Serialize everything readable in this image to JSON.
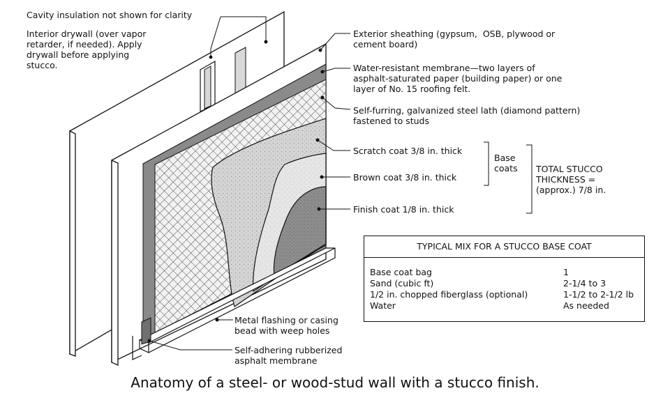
{
  "labels": {
    "cavity": "Cavity insulation not shown for clarity",
    "drywall": "Interior drywall (over vapor\nretarder, if needed). Apply\ndrywall before applying\nstucco.",
    "sheathing": "Exterior sheathing (gypsum,  OSB, plywood or\ncement board)",
    "membrane": "Water-resistant membrane—two layers of\nasphalt-saturated paper (building paper) or one\nlayer of No. 15 roofing felt.",
    "lath": "Self-furring, galvanized steel lath (diamond pattern)\nfastened to studs",
    "scratch": "Scratch coat 3/8 in. thick",
    "brown": "Brown coat 3/8 in. thick",
    "finish": "Finish coat 1/8 in. thick",
    "base_coats": "Base\ncoats",
    "total": "TOTAL STUCCO\nTHICKNESS =\n(approx.) 7/8 in.",
    "flashing": "Metal flashing or casing\nbead with weep holes",
    "rubberized": "Self-adhering rubberized\nasphalt membrane"
  },
  "table": {
    "title": "TYPICAL MIX FOR A STUCCO BASE COAT",
    "rows": [
      {
        "item": "Base coat bag",
        "amount": "1"
      },
      {
        "item": "Sand (cubic ft)",
        "amount": "2-1/4 to 3"
      },
      {
        "item": "1/2 in. chopped fiberglass (optional)",
        "amount": "1-1/2 to 2-1/2 lb"
      },
      {
        "item": "Water",
        "amount": "As needed"
      }
    ]
  },
  "caption": "Anatomy of a steel- or wood-stud wall with a stucco finish.",
  "colors": {
    "membrane": "#8a8a8a",
    "lath_bg": "#efefef",
    "scratch": "#cfcfcf",
    "brown": "#e3e3e3",
    "finish": "#8d8d8d",
    "stud": "#d6d6d6"
  }
}
